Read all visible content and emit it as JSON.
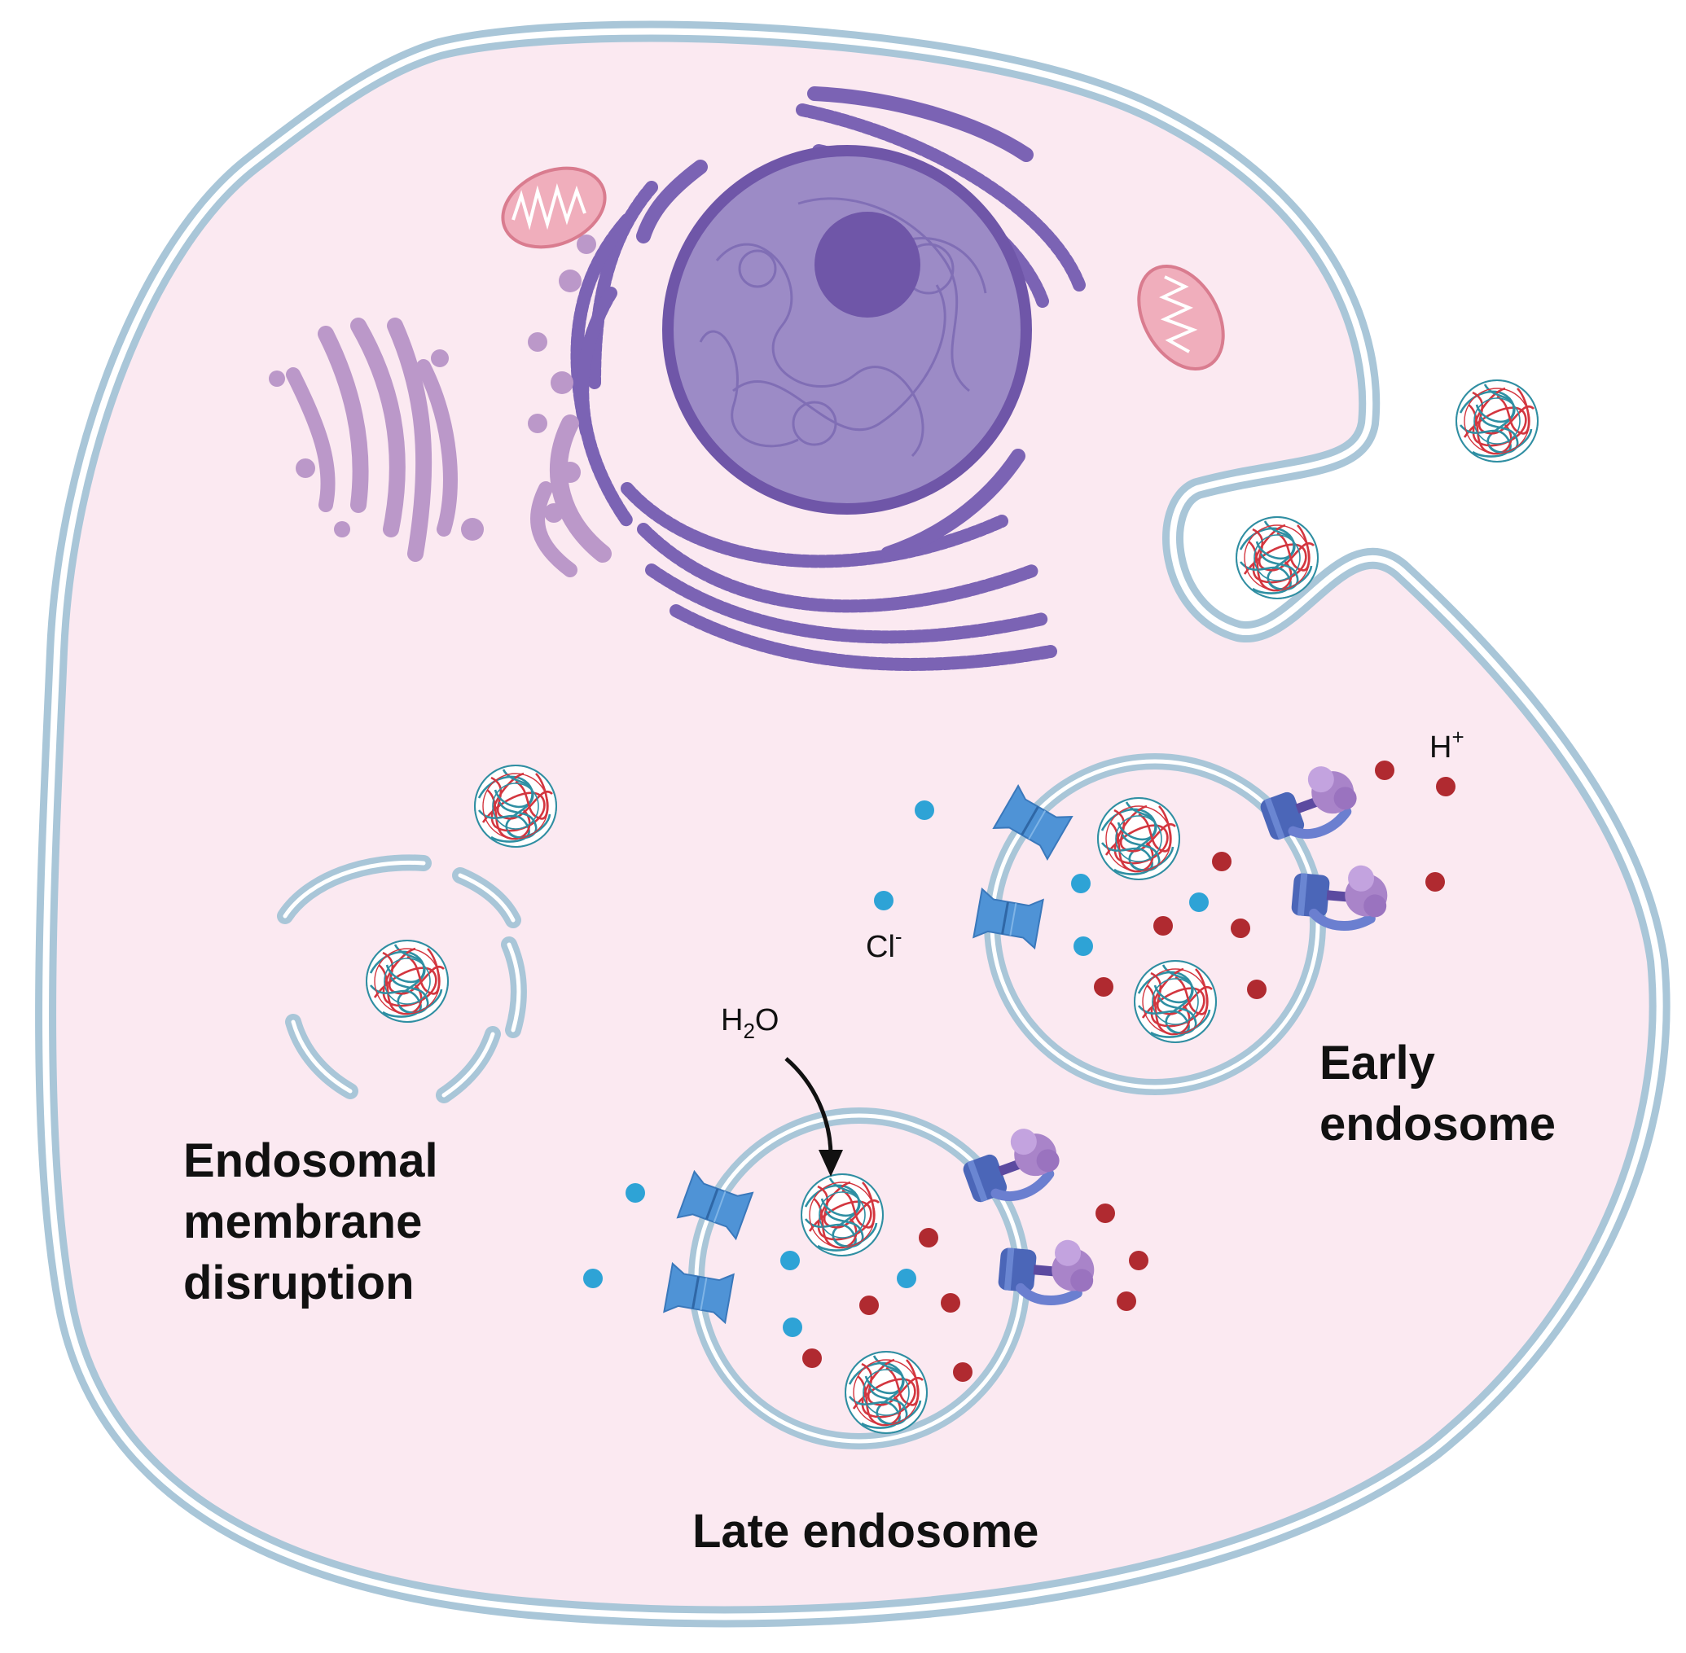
{
  "labels": {
    "early_endosome": [
      "Early",
      "endosome"
    ],
    "late_endosome": "Late endosome",
    "disruption": [
      "Endosomal",
      "membrane",
      "disruption"
    ],
    "h_ion": {
      "base": "H",
      "sup": "+"
    },
    "cl_ion": {
      "base": "Cl",
      "sup": "-"
    },
    "water": {
      "pre": "H",
      "sub": "2",
      "post": "O"
    }
  },
  "colors": {
    "cytoplasm": "#fbe9f1",
    "membrane": "#a9c6d8",
    "membrane_outline": "#8fb0c6",
    "nucleus": "#9c8bc6",
    "nucleolus": "#6f56a8",
    "er": "#7b63b4",
    "golgi": "#bb98c9",
    "mitochondria": "#f0aebc",
    "proton": "#b02a30",
    "chloride": "#2ea3d6",
    "channel": "#4f93d6",
    "pump_blue": "#4b66b8",
    "pump_purple": "#a984c9",
    "nanoparticle_red": "#d3363f",
    "nanoparticle_teal": "#2e8fa3"
  },
  "icons": [
    "cell-membrane",
    "nucleus",
    "rough-er",
    "golgi-apparatus",
    "mitochondrion",
    "nanoparticle",
    "chloride-channel",
    "proton-pump",
    "water-arrow"
  ]
}
